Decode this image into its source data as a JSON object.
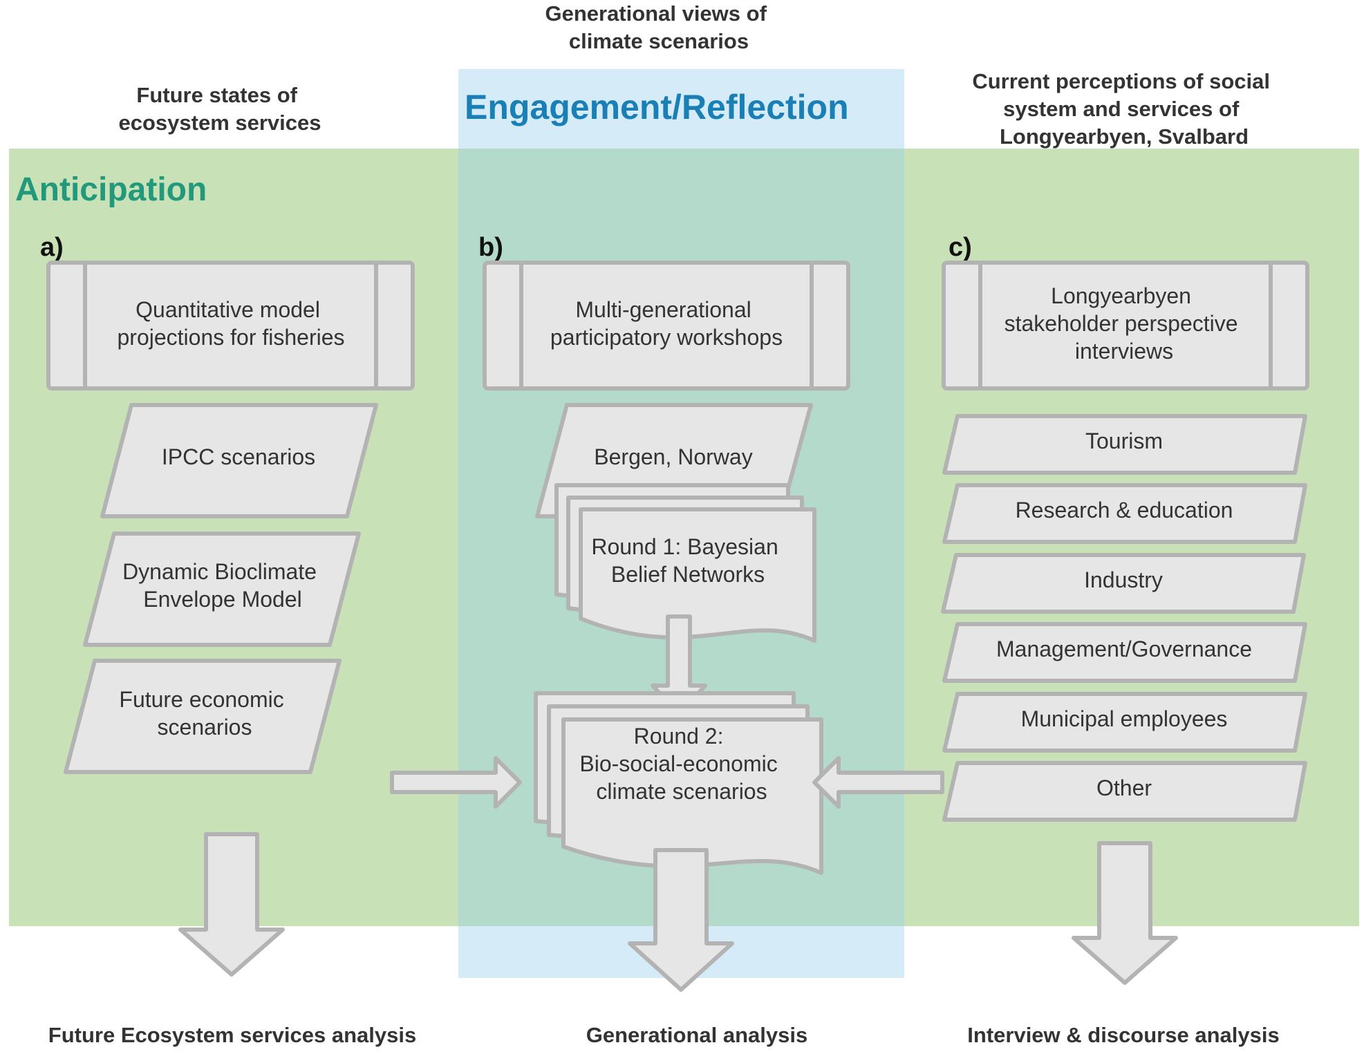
{
  "colors": {
    "anticipation_band": "#c9e1b6",
    "engagement_band": "#d5ebf7",
    "overlap_band": "#b3dacb",
    "anticipation_text": "#22997b",
    "engagement_text": "#1a7fb5",
    "shape_fill": "#e6e6e6",
    "shape_stroke": "#b3b3b3"
  },
  "headings": {
    "left": [
      "Future states of",
      "ecosystem services"
    ],
    "center": [
      "Generational views of",
      "climate scenarios"
    ],
    "right": [
      "Current perceptions of social",
      "system and services of",
      "Longyearbyen, Svalbard"
    ]
  },
  "bands": {
    "anticipation_label": "Anticipation",
    "engagement_label": "Engagement/Reflection"
  },
  "columns": {
    "a": {
      "letter": "a)",
      "process": [
        "Quantitative model",
        "projections for fisheries"
      ],
      "inputs": [
        {
          "lines": [
            "IPCC scenarios"
          ]
        },
        {
          "lines": [
            "Dynamic Bioclimate",
            "Envelope Model"
          ]
        },
        {
          "lines": [
            "Future economic",
            "scenarios"
          ]
        }
      ]
    },
    "b": {
      "letter": "b)",
      "process": [
        "Multi-generational",
        "participatory workshops"
      ],
      "location": "Bergen, Norway",
      "round1": [
        "Round 1: Bayesian",
        "Belief Networks"
      ],
      "round2": [
        "Round 2:",
        "Bio-social-economic",
        "climate scenarios"
      ]
    },
    "c": {
      "letter": "c)",
      "process": [
        "Longyearbyen",
        "stakeholder perspective",
        "interviews"
      ],
      "stakeholders": [
        "Tourism",
        "Research & education",
        "Industry",
        "Management/Governance",
        "Municipal employees",
        "Other"
      ]
    }
  },
  "outputs": {
    "left": "Future Ecosystem services analysis",
    "center": "Generational analysis",
    "right": "Interview & discourse analysis"
  }
}
